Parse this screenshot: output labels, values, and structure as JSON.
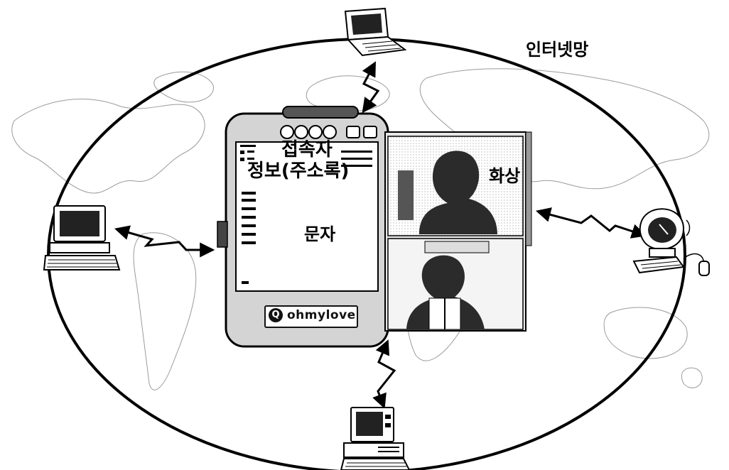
{
  "labels": {
    "internet_network": "인터넷망",
    "visitor_info_line1": "접속자",
    "visitor_info_line2": "정보(주소록)",
    "text_chat": "문자",
    "video": "화상"
  },
  "app": {
    "brand": "ohmylove",
    "brand_icon_letter": "Q"
  },
  "nodes": [
    {
      "name": "laptop",
      "icon": "laptop-icon"
    },
    {
      "name": "desktop-left",
      "icon": "desktop-computer-icon"
    },
    {
      "name": "desktop-right",
      "icon": "retro-computer-icon"
    },
    {
      "name": "desktop-bottom",
      "icon": "tower-computer-icon"
    }
  ],
  "colors": {
    "ink": "#000000",
    "panel": "#d9d9d9",
    "screen": "#ffffff",
    "video_dark": "#2b2b2b"
  }
}
